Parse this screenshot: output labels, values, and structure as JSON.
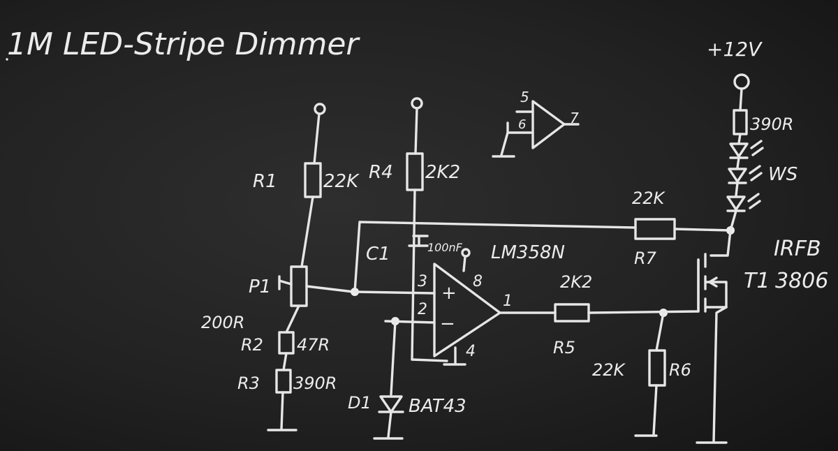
{
  "title": "1M LED-Stripe Dimmer",
  "supply": "+12V",
  "components": {
    "R1": {
      "ref": "R1",
      "value": "22K"
    },
    "R4": {
      "ref": "R4",
      "value": "2K2"
    },
    "P1": {
      "ref": "P1",
      "value": "200R"
    },
    "R2": {
      "ref": "R2",
      "value": "47R"
    },
    "R3": {
      "ref": "R3",
      "value": "390R"
    },
    "C1": {
      "ref": "C1",
      "value": "100nF"
    },
    "D1": {
      "ref": "D1",
      "value": "BAT43"
    },
    "U1": {
      "part": "LM358N"
    },
    "R5": {
      "ref": "R5",
      "value": "2K2"
    },
    "R6": {
      "ref": "R6",
      "value": "22K"
    },
    "R7": {
      "ref": "R7",
      "value": "22K"
    },
    "R_led": {
      "value": "390R"
    },
    "LED": {
      "value": "WS"
    },
    "T1": {
      "ref": "T1",
      "part_line1": "IRFB",
      "part_line2": "3806"
    }
  },
  "pins": {
    "in_plus": "3",
    "in_minus": "2",
    "out": "1",
    "vcc": "8",
    "gnd": "4",
    "b_plus": "5",
    "b_minus": "6",
    "b_out": "7"
  },
  "symbols": {
    "plus": "+",
    "minus": "−"
  }
}
